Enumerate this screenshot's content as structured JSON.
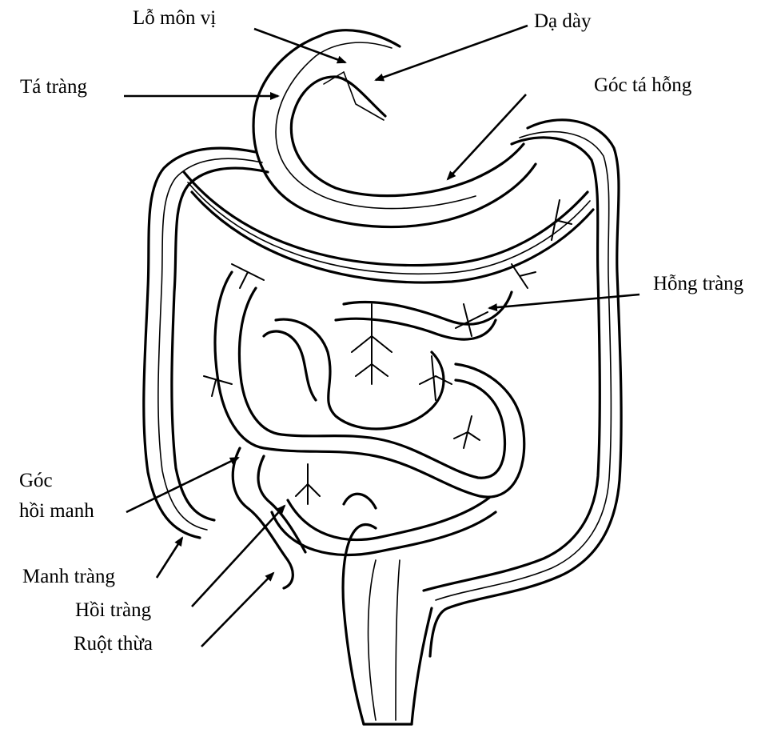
{
  "labels": {
    "pylorus": "Lỗ môn vị",
    "stomach": "Dạ dày",
    "duodenum": "Tá tràng",
    "duodenojejunal_flexure": "Góc tá hỗng",
    "jejunum": "Hỗng tràng",
    "ileocecal_angle_line1": "Góc",
    "ileocecal_angle_line2": "hồi manh",
    "cecum": "Manh tràng",
    "ileum": "Hồi tràng",
    "appendix": "Ruột thừa"
  },
  "colors": {
    "ink": "#000000",
    "background": "#ffffff"
  }
}
